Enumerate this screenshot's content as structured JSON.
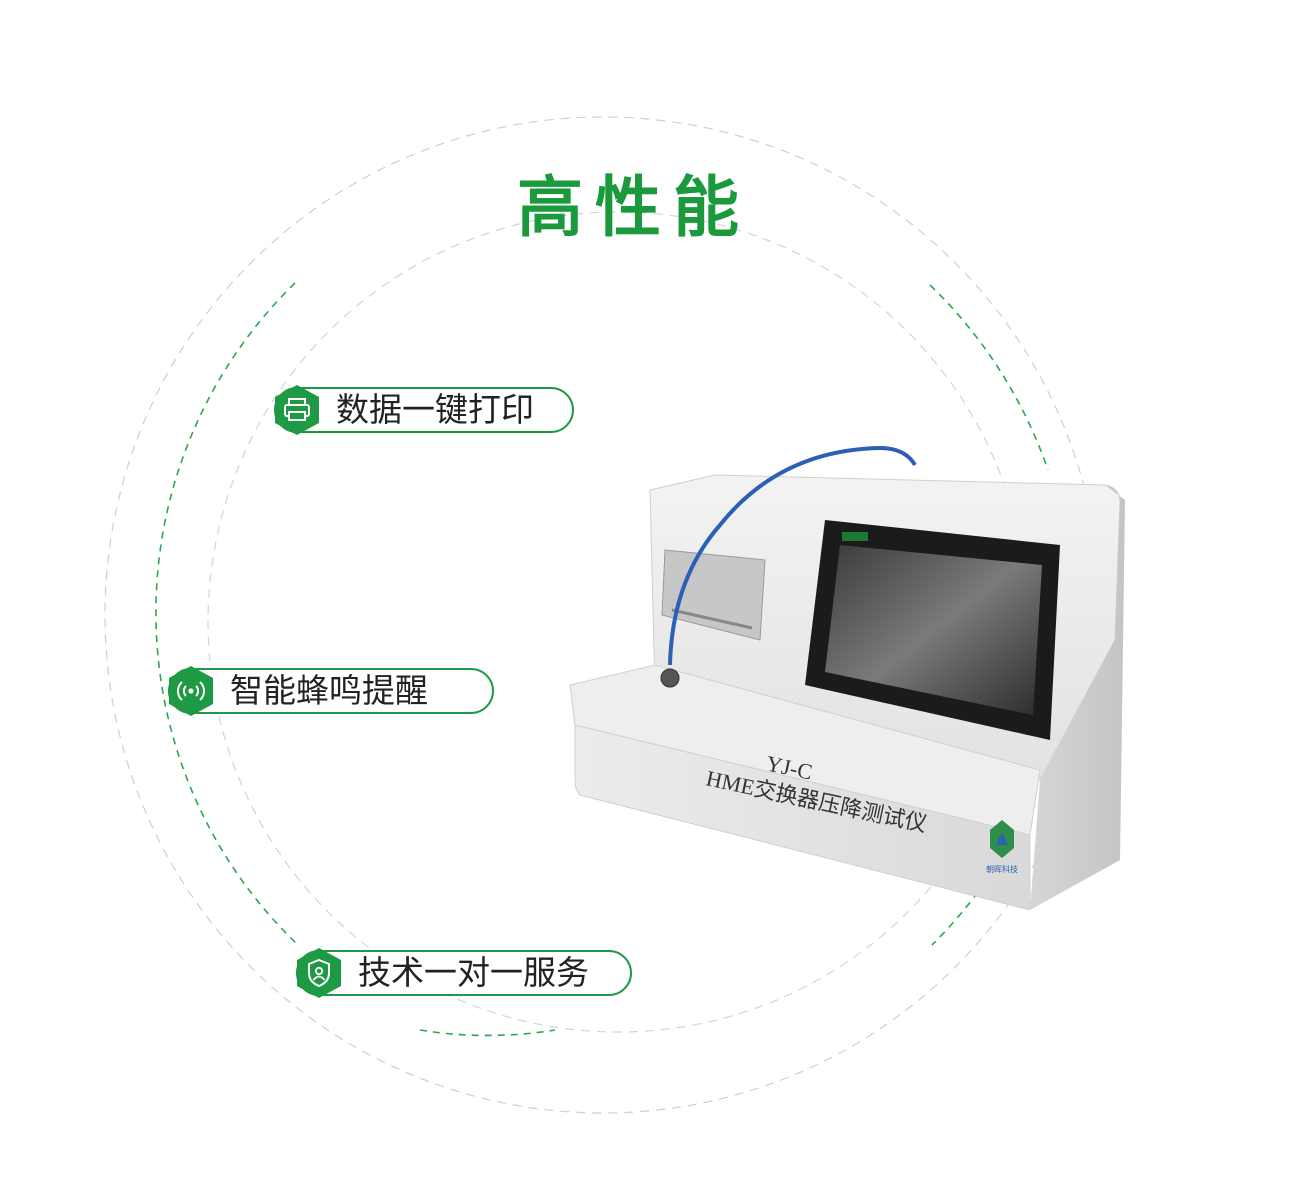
{
  "title": "高性能",
  "features": [
    {
      "label": "数据一键打印",
      "icon": "printer-icon"
    },
    {
      "label": "智能蜂鸣提醒",
      "icon": "sound-wave-icon"
    },
    {
      "label": "技术一对一服务",
      "icon": "user-shield-icon"
    }
  ],
  "device": {
    "model": "YJ-C",
    "name": "HME交换器压降测试仪",
    "brand": "朝晖科技"
  },
  "colors": {
    "accent": "#1a9a3c",
    "accent_dark": "#1f9a44",
    "dash_gray": "#c8c8c8"
  }
}
